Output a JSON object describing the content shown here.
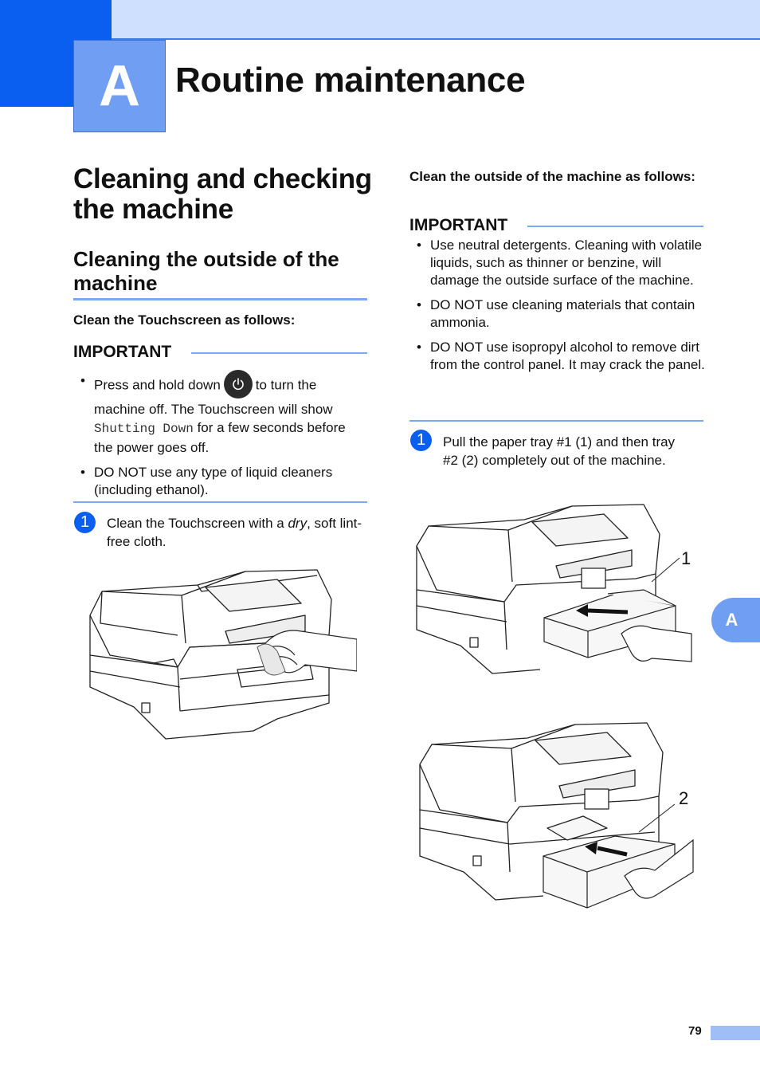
{
  "chapter": {
    "letter": "A",
    "title": "Routine maintenance"
  },
  "left": {
    "heading1": "Cleaning and checking the machine",
    "heading2": "Cleaning the outside of the machine",
    "subheading": "Clean the Touchscreen as follows:",
    "important_label": "IMPORTANT",
    "bullet1_before": "Press and hold down",
    "bullet1_after": "to turn the machine off. The Touchscreen will show",
    "bullet1_mono": "Shutting Down",
    "bullet1_end": "for a few seconds before the power goes off.",
    "bullet2": "DO NOT use any type of liquid cleaners (including ethanol).",
    "step_number": "1",
    "step_before": "Clean the Touchscreen with a",
    "step_italic": "dry",
    "step_after": ", soft lint-free cloth."
  },
  "right": {
    "subheading": "Clean the outside of the machine as follows:",
    "important_label": "IMPORTANT",
    "bullets": [
      "Use neutral detergents. Cleaning with volatile liquids, such as thinner or benzine, will damage the outside surface of the machine.",
      "DO NOT use cleaning materials that contain ammonia.",
      "DO NOT use isopropyl alcohol to remove dirt from the control panel. It may crack the panel."
    ],
    "step_number": "1",
    "step_text": "Pull the paper tray #1 (1) and then tray #2 (2) completely out of the machine.",
    "callout1": "1",
    "callout2": "2"
  },
  "side_tab": "A",
  "page_number": "79",
  "icons": {
    "power": "power-icon",
    "step": "step-number-icon"
  },
  "colors": {
    "accent_dark": "#0a5ef0",
    "accent_light": "#cfe0ff",
    "accent_mid": "#7aa8f2"
  }
}
